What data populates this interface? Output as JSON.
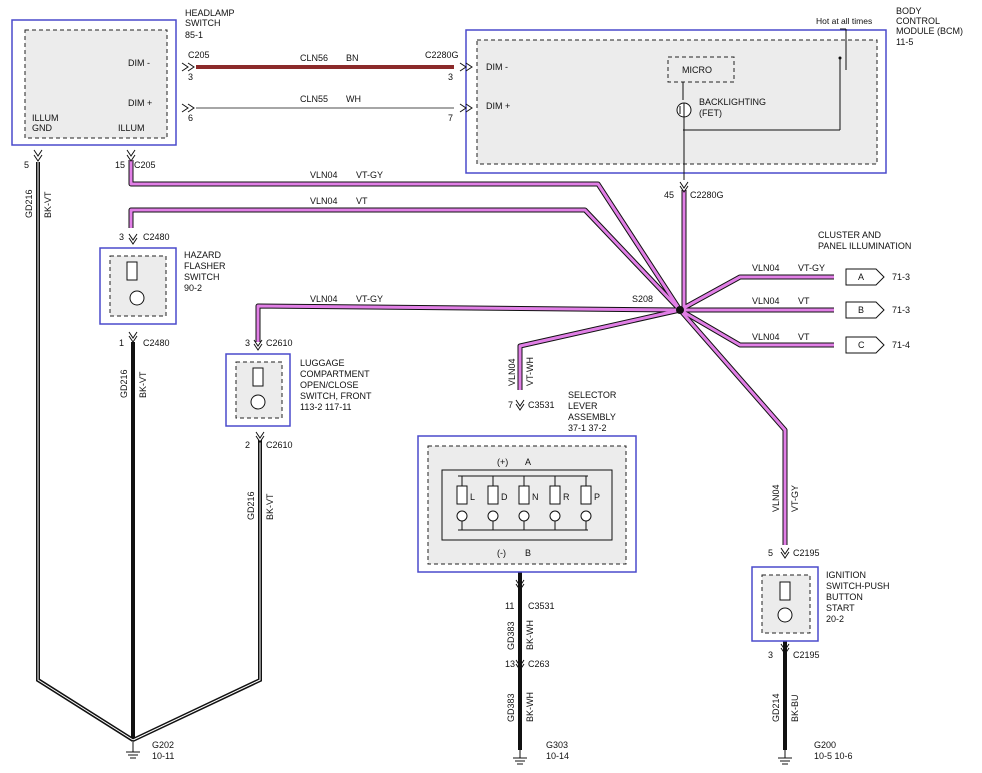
{
  "headlamp": {
    "name": "HEADLAMP",
    "name2": "SWITCH",
    "ref": "85-1",
    "dim_minus": "DIM -",
    "dim_plus": "DIM +",
    "illum_gnd1": "ILLUM",
    "illum_gnd2": "GND",
    "illum": "ILLUM"
  },
  "bcm": {
    "l1": "BODY",
    "l2": "CONTROL",
    "l3": "MODULE (BCM)",
    "ref": "11-5",
    "hot": "Hot at all times",
    "dim_minus": "DIM -",
    "dim_plus": "DIM +",
    "micro": "MICRO",
    "back1": "BACKLIGHTING",
    "back2": "(FET)"
  },
  "conn": {
    "c205a": "C205",
    "c205a_pin": "3",
    "c205b_pin": "6",
    "c2280g_a": "C2280G",
    "c2280g_pin3": "3",
    "c2280g_pin7": "7",
    "illum_gnd_pin": "5",
    "illum_pin": "15",
    "c205_illum": "C205",
    "c2280g_45": "45",
    "c2280g_b": "C2280G",
    "hz_top_pin": "3",
    "hz_top": "C2480",
    "hz_bot_pin": "1",
    "hz_bot": "C2480",
    "lg_top_pin": "3",
    "lg_top": "C2610",
    "lg_bot_pin": "2",
    "lg_bot": "C2610",
    "sl_top_pin": "7",
    "sl_top": "C3531",
    "sl_bot_pin": "11",
    "sl_bot": "C3531",
    "c263_pin": "13",
    "c263": "C263",
    "ig_top_pin": "5",
    "ig_top": "C2195",
    "ig_bot_pin": "3",
    "ig_bot": "C2195",
    "s208": "S208"
  },
  "wires": {
    "cln56": "CLN56",
    "bn": "BN",
    "cln55": "CLN55",
    "wh": "WH",
    "vln04": "VLN04",
    "vtgy": "VT-GY",
    "vt": "VT",
    "vtwh": "VT-WH",
    "gd216": "GD216",
    "bkvt": "BK-VT",
    "gd383": "GD383",
    "bkwh": "BK-WH",
    "gd214": "GD214",
    "bkbu": "BK-BU"
  },
  "hazard": {
    "l1": "HAZARD",
    "l2": "FLASHER",
    "l3": "SWITCH",
    "ref": "90-2"
  },
  "luggage": {
    "l1": "LUGGAGE",
    "l2": "COMPARTMENT",
    "l3": "OPEN/CLOSE",
    "l4": "SWITCH, FRONT",
    "ref": "113-2   117-11"
  },
  "selector": {
    "l1": "SELECTOR",
    "l2": "LEVER",
    "l3": "ASSEMBLY",
    "ref": "37-1   37-2",
    "plus": "(+)",
    "a": "A",
    "minus": "(-)",
    "b": "B",
    "gears": [
      "L",
      "D",
      "N",
      "R",
      "P"
    ]
  },
  "ignition": {
    "l1": "IGNITION",
    "l2": "SWITCH-PUSH",
    "l3": "BUTTON",
    "l4": "START",
    "ref": "20-2"
  },
  "cluster": {
    "l1": "CLUSTER AND",
    "l2": "PANEL ILLUMINATION",
    "outs": [
      {
        "letter": "A",
        "ref": "71-3"
      },
      {
        "letter": "B",
        "ref": "71-3"
      },
      {
        "letter": "C",
        "ref": "71-4"
      }
    ]
  },
  "grounds": {
    "g202": "G202",
    "g202_ref": "10-11",
    "g303": "G303",
    "g303_ref": "10-14",
    "g200": "G200",
    "g200_ref": "10-5     10-6"
  },
  "colors": {
    "violet": "#e17fe6",
    "bn": "#8b2a2a",
    "module_border": "#4a4acc",
    "fill": "#ececec",
    "black": "#111111"
  }
}
